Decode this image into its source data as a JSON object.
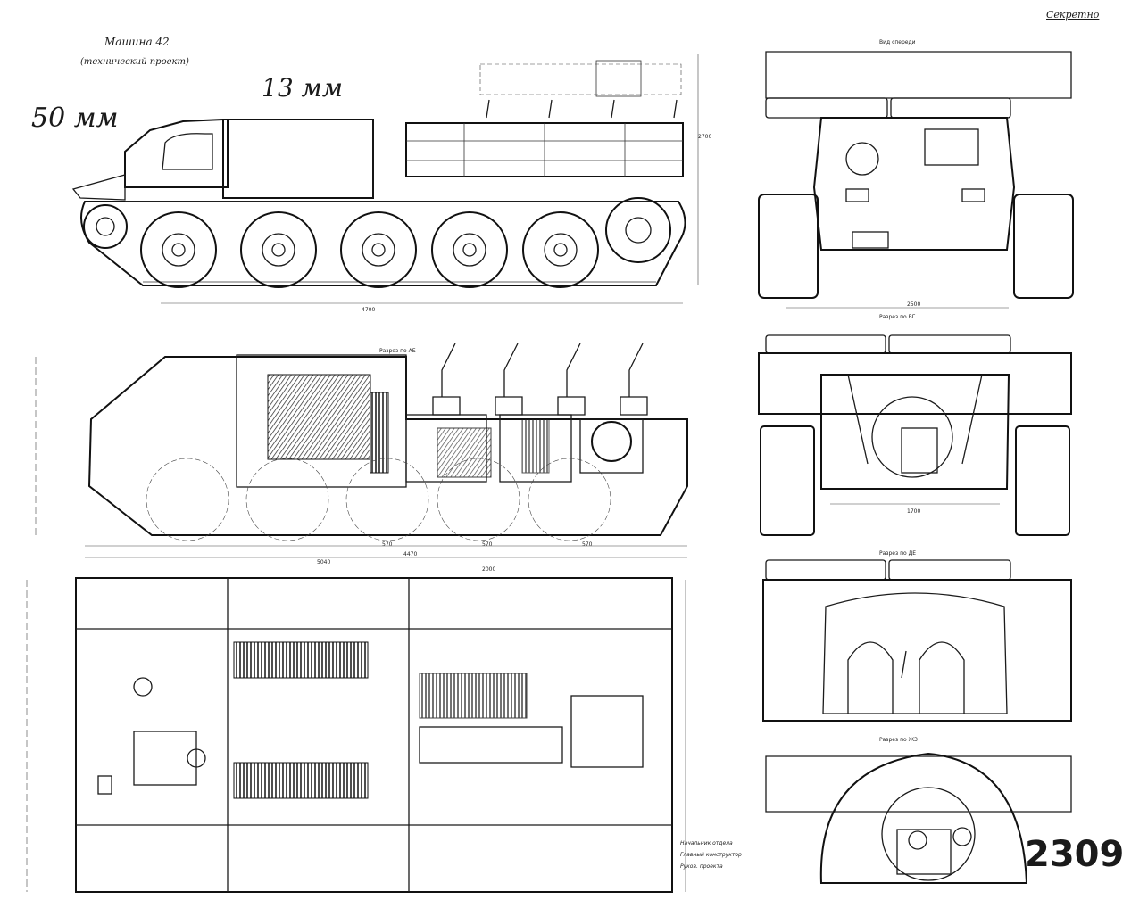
{
  "annotations": {
    "title": "Машина 42",
    "subtitle": "(технический проект)",
    "armor_front": "50 мм",
    "armor_side": "13 мм",
    "classification": "Секретно",
    "drawing_number": "2309"
  },
  "view_labels": {
    "front_view": "Вид спереди",
    "section_bv": "Разрез по ВГ",
    "section_de": "Разрез по ДЕ",
    "section_zhz": "Разрез по ЖЗ",
    "section_ab": "Разрез по АБ"
  },
  "dimensions": {
    "overall_length": "4700",
    "height": "2700",
    "front_width": "2500",
    "track_gauge": "1700",
    "length_section": "4470",
    "seg1": "570",
    "seg2": "570",
    "seg3": "570",
    "hull_length": "5040",
    "cargo_length": "2000"
  },
  "signatures": {
    "line1": "Начальник отдела",
    "line2": "Главный конструктор",
    "line3": "Руков. проекта"
  },
  "colors": {
    "ink": "#1b1b1b",
    "paper": "#ffffff"
  }
}
